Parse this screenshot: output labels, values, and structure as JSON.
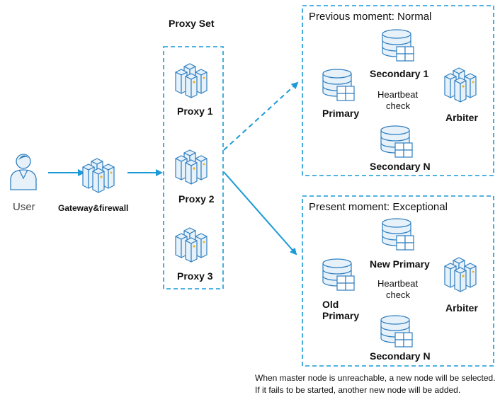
{
  "user": {
    "label": "User"
  },
  "gateway": {
    "label": "Gateway&firewall"
  },
  "proxy_set": {
    "title": "Proxy Set",
    "proxies": [
      "Proxy 1",
      "Proxy 2",
      "Proxy 3"
    ]
  },
  "previous": {
    "title": "Previous moment: Normal",
    "primary": "Primary",
    "secondary1": "Secondary 1",
    "secondaryN": "Secondary N",
    "arbiter": "Arbiter",
    "heartbeat_line1": "Heartbeat",
    "heartbeat_line2": "check"
  },
  "present": {
    "title": "Present moment: Exceptional",
    "new_primary": "New Primary",
    "old_primary_line1": "Old",
    "old_primary_line2": "Primary",
    "secondaryN": "Secondary N",
    "arbiter": "Arbiter",
    "heartbeat_line1": "Heartbeat",
    "heartbeat_line2": "check"
  },
  "note": "When master node is unreachable, a new node will be selected. If it fails to be started, another new node will be added.",
  "colors": {
    "accent": "#1a9ad6",
    "icon_fill": "#e6f1fa",
    "icon_stroke": "#2f7fc0"
  }
}
